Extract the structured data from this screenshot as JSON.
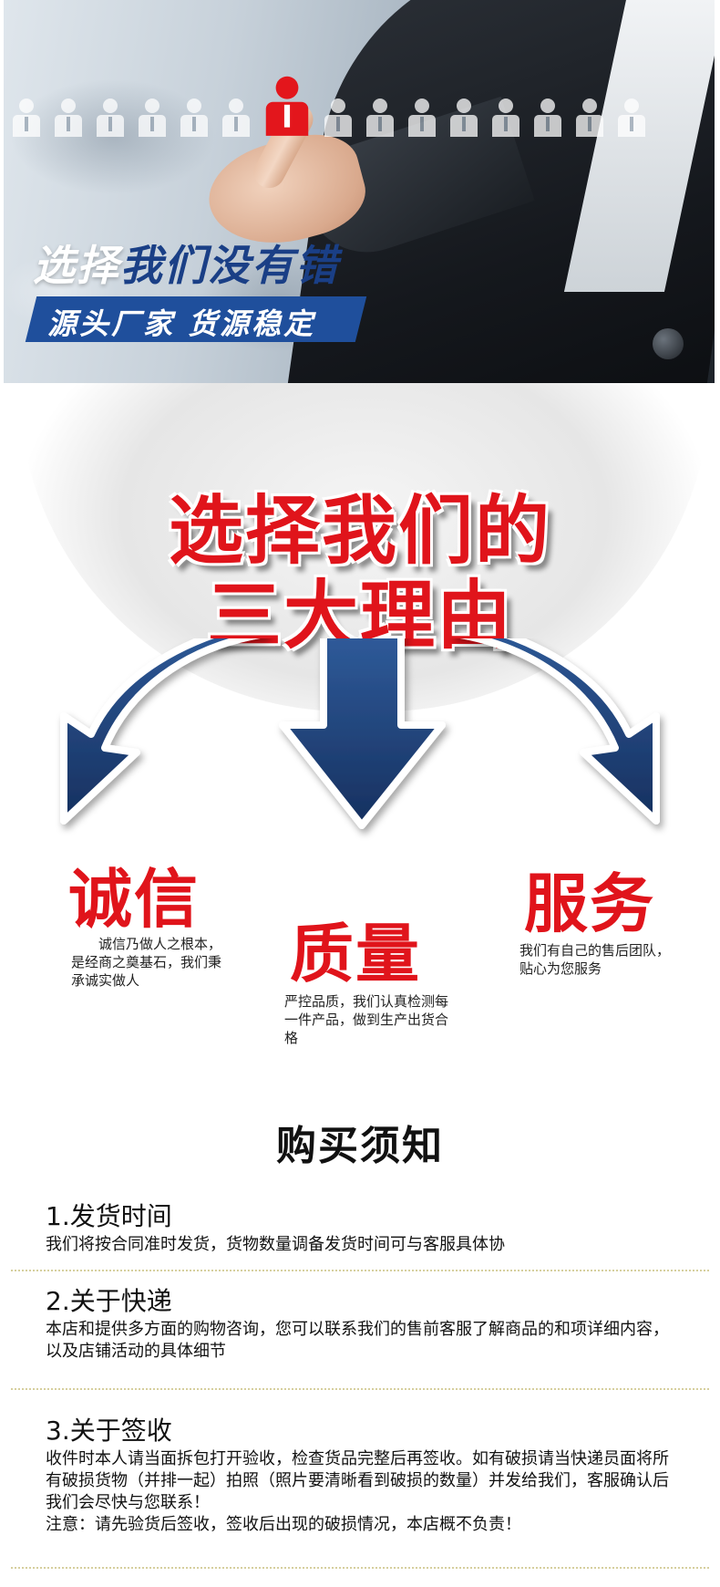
{
  "banner": {
    "title_white": "选择",
    "title_blue": "我们没有错",
    "subtitle": "源头厂家  货源稳定",
    "colors": {
      "accent_red": "#e3161c",
      "strip_blue": "#1f4f9c",
      "title_blue": "#1a3f86"
    }
  },
  "reasons": {
    "headline_line1": "选择我们的",
    "headline_line2": "三大理由",
    "items": [
      {
        "title": "诚信",
        "desc": "诚信乃做人之根本，是经商之奠基石，我们秉承诚实做人"
      },
      {
        "title": "质量",
        "desc": "严控品质，我们认真检测每一件产品，做到生产出货合格"
      },
      {
        "title": "服务",
        "desc": "我们有自己的售后团队，贴心为您服务"
      }
    ]
  },
  "notes": {
    "title": "购买须知",
    "items": [
      {
        "title": "1.发货时间",
        "body": "我们将按合同准时发货，货物数量调备发货时间可与客服具体协"
      },
      {
        "title": "2.关于快递",
        "body": "本店和提供多方面的购物咨询，您可以联系我们的售前客服了解商品的和项详细内容，以及店铺活动的具体细节"
      },
      {
        "title": "3.关于签收",
        "body": "收件时本人请当面拆包打开验收，检查货品完整后再签收。如有破损请当快递员面将所有破损货物（并排一起）拍照（照片要清晰看到破损的数量）并发给我们，客服确认后我们会尽快与您联系！",
        "note": "注意：请先验货后签收，签收后出现的破损情况，本店概不负责！"
      }
    ]
  }
}
